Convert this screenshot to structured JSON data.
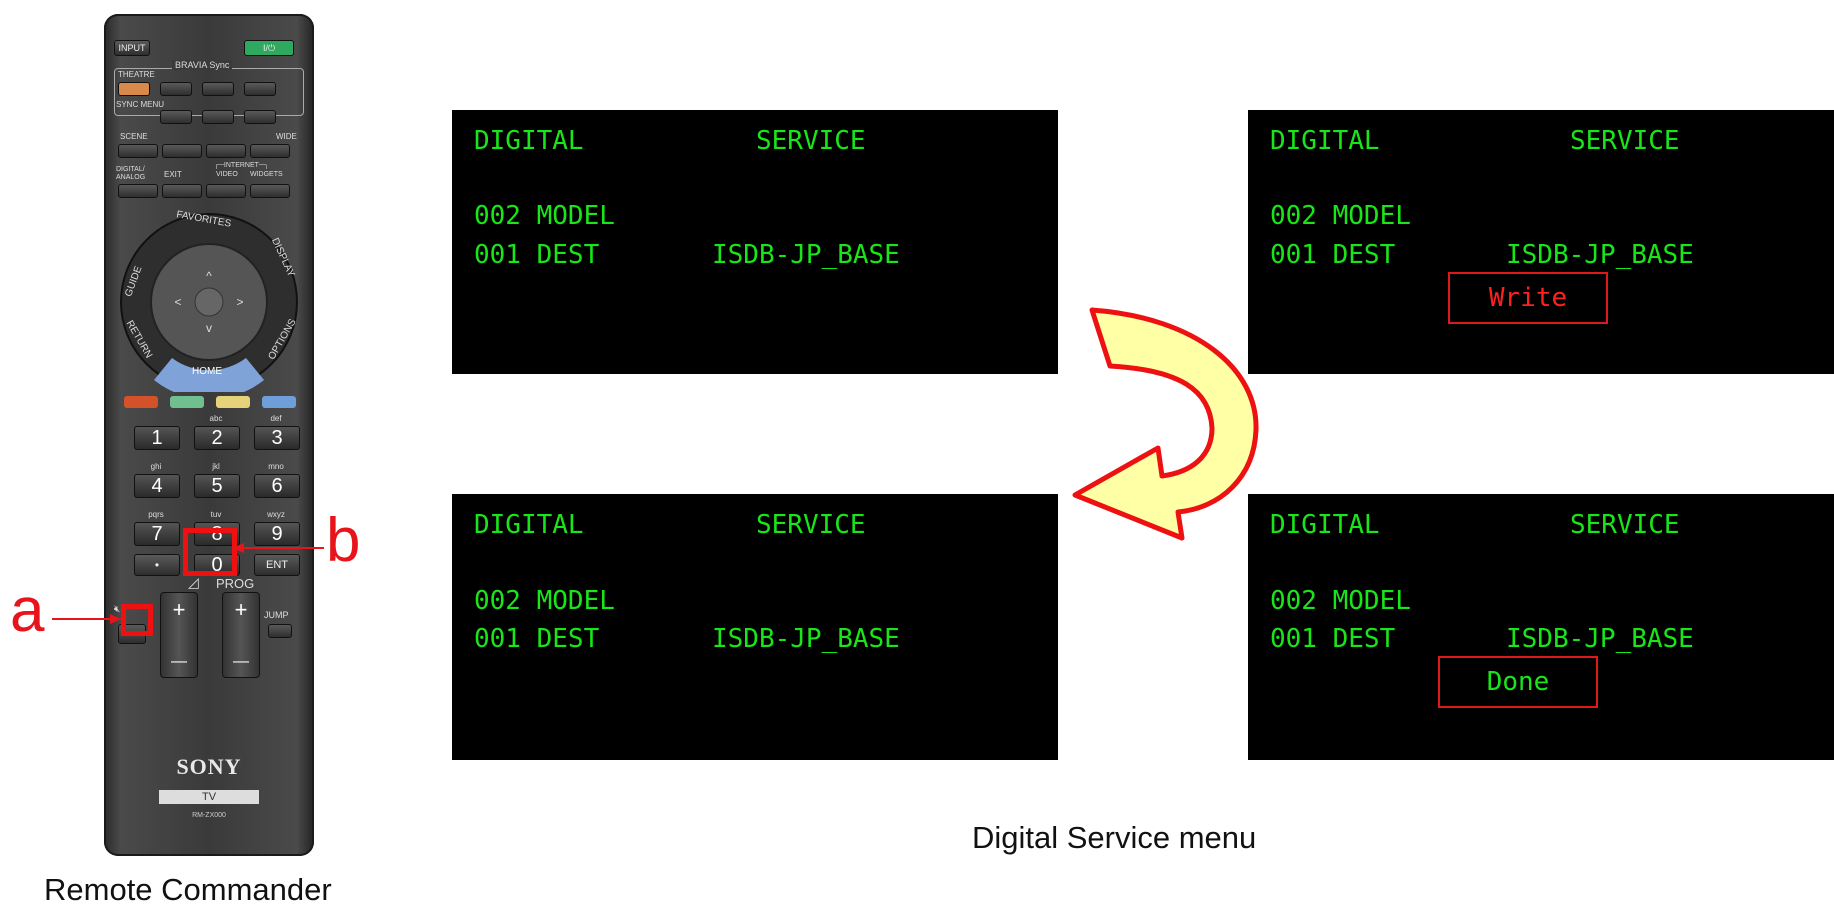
{
  "remote": {
    "buttons": {
      "input": "INPUT",
      "power": "I/⏻",
      "bravia_sync": "BRAVIA Sync",
      "theatre": "THEATRE",
      "sync_menu": "SYNC MENU",
      "scene": "SCENE",
      "wide": "WIDE",
      "digital_analog": "DIGITAL/ ANALOG",
      "exit": "EXIT",
      "internet": "┌─INTERNET─┐",
      "video": "VIDEO",
      "widgets": "WIDGETS",
      "favorites": "FAVORITES",
      "guide": "GUIDE",
      "display": "DISPLAY",
      "return": "RETURN",
      "options": "OPTIONS",
      "home": "HOME",
      "dot": "•",
      "ent": "ENT",
      "prog": "PROG",
      "jump": "JUMP",
      "vol_plus": "+",
      "vol_minus": "—",
      "prog_plus": "+",
      "prog_minus": "—"
    },
    "keypad": [
      {
        "num": "1",
        "sub": ""
      },
      {
        "num": "2",
        "sub": "abc"
      },
      {
        "num": "3",
        "sub": "def"
      },
      {
        "num": "4",
        "sub": "ghi"
      },
      {
        "num": "5",
        "sub": "jkl"
      },
      {
        "num": "6",
        "sub": "mno"
      },
      {
        "num": "7",
        "sub": "pqrs"
      },
      {
        "num": "8",
        "sub": "tuv"
      },
      {
        "num": "9",
        "sub": "wxyz"
      },
      {
        "num": "0",
        "sub": ""
      }
    ],
    "brand": "SONY",
    "tv_label": "TV",
    "model": "RM-ZX000",
    "color_keys": [
      "#d4522a",
      "#6fbf8f",
      "#e6d27a",
      "#6f9fd8"
    ],
    "callouts": {
      "a": "a",
      "b": "b"
    },
    "caption": "Remote Commander"
  },
  "screens": [
    {
      "title_left": "DIGITAL",
      "title_right": "SERVICE",
      "line1": "002 MODEL",
      "line2_label": "001 DEST",
      "line2_value": "ISDB-JP_BASE",
      "popup": ""
    },
    {
      "title_left": "DIGITAL",
      "title_right": "SERVICE",
      "line1": "002 MODEL",
      "line2_label": "001 DEST",
      "line2_value": "ISDB-JP_BASE",
      "popup": "Write"
    },
    {
      "title_left": "DIGITAL",
      "title_right": "SERVICE",
      "line1": "002 MODEL",
      "line2_label": "001 DEST",
      "line2_value": "ISDB-JP_BASE",
      "popup": ""
    },
    {
      "title_left": "DIGITAL",
      "title_right": "SERVICE",
      "line1": "002 MODEL",
      "line2_label": "001 DEST",
      "line2_value": "ISDB-JP_BASE",
      "popup": "Done"
    }
  ],
  "colors": {
    "screen_text": "#19e619",
    "write_text": "#ff2020",
    "done_text": "#19e619",
    "callout": "#e8141b",
    "arrow_fill": "#ffffa6",
    "arrow_stroke": "#ee1111"
  },
  "caption": "Digital Service menu"
}
